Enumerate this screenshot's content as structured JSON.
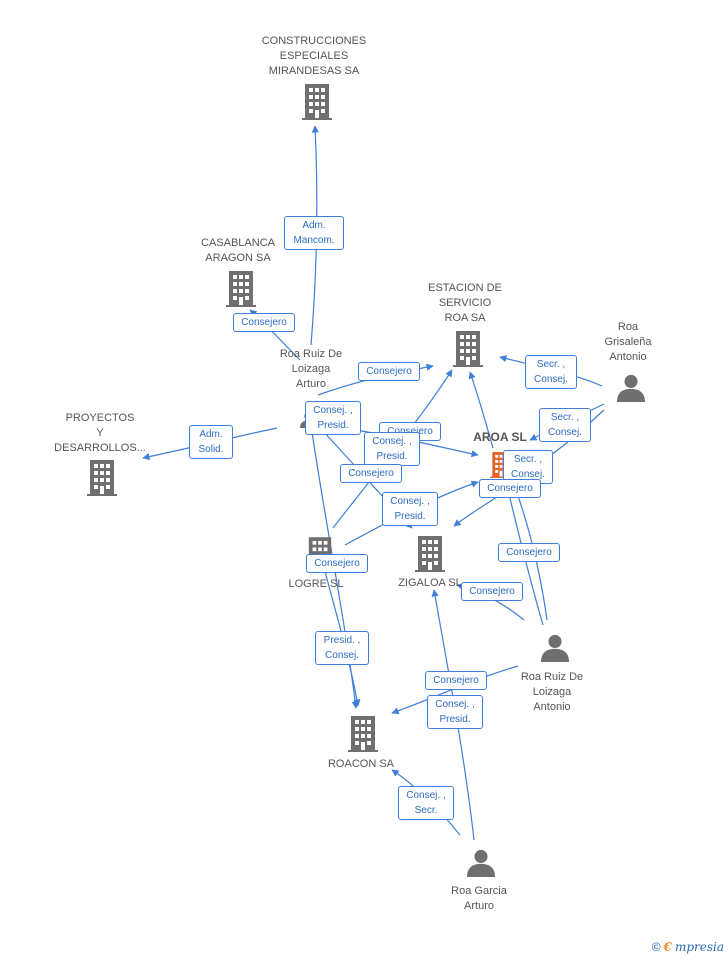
{
  "colors": {
    "edge": "#3d7fd9",
    "building": "#6f6f6f",
    "main_building": "#e8632a",
    "person": "#6f6f6f"
  },
  "nodes": {
    "construcciones": {
      "label": "CONSTRUCCIONES\nESPECIALES\nMIRANDESAS SA",
      "icon": "building-icon"
    },
    "casablanca": {
      "label": "CASABLANCA\nARAGON SA",
      "icon": "building-icon"
    },
    "estacion": {
      "label": "ESTACION DE\nSERVICIO\nROA SA",
      "icon": "building-icon"
    },
    "roa_grisalena": {
      "label": "Roa\nGrisaleña\nAntonio",
      "icon": "person-icon"
    },
    "roa_ruiz_arturo": {
      "label": "Roa Ruiz De\nLoizaga\nArturo",
      "icon": "person-icon"
    },
    "proyectos": {
      "label": "PROYECTOS\nY\nDESARROLLOS...",
      "icon": "building-icon"
    },
    "aroa": {
      "label": "AROA SL",
      "icon": "building-icon"
    },
    "logre": {
      "label": "LOGRE  SL",
      "icon": "building-icon"
    },
    "zigaloa": {
      "label": "ZIGALOA SL",
      "icon": "building-icon"
    },
    "roa_ruiz_antonio": {
      "label": "Roa Ruiz De\nLoizaga\nAntonio",
      "icon": "person-icon"
    },
    "roacon": {
      "label": "ROACON SA",
      "icon": "building-icon"
    },
    "roa_garcia": {
      "label": "Roa Garcia\nArturo",
      "icon": "person-icon"
    }
  },
  "edge_labels": {
    "adm_mancom": "Adm.\nMancom.",
    "consejero_casablanca": "Consejero",
    "consejero_estacion": "Consejero",
    "secr_consej_estacion": "Secr. ,\nConsej.",
    "secr_consej_aroa_1": "Secr. ,\nConsej.",
    "secr_consej_aroa_2": "Secr. ,\nConsej.",
    "adm_solid": "Adm.\nSolid.",
    "consej_presid_1": "Consej. ,\nPresid.",
    "consejero_aroa": "Consejero",
    "consej_presid_2": "Consej. ,\nPresid.",
    "consejero_mid": "Consejero",
    "consej_presid_3": "Consej. ,\nPresid.",
    "consejero_aroa_2": "Consejero",
    "consejero_logre": "Consejero",
    "consejero_zigaloa_1": "Consejero",
    "consejero_zigaloa_2": "Consejero",
    "presid_consej": "Presid. ,\nConsej.",
    "consejero_roacon": "Consejero",
    "consej_presid_4": "Consej. ,\nPresid.",
    "consej_secr": "Consej. ,\nSecr."
  },
  "brand": {
    "symbol": "©",
    "e": "€",
    "rest": "mpresia"
  }
}
